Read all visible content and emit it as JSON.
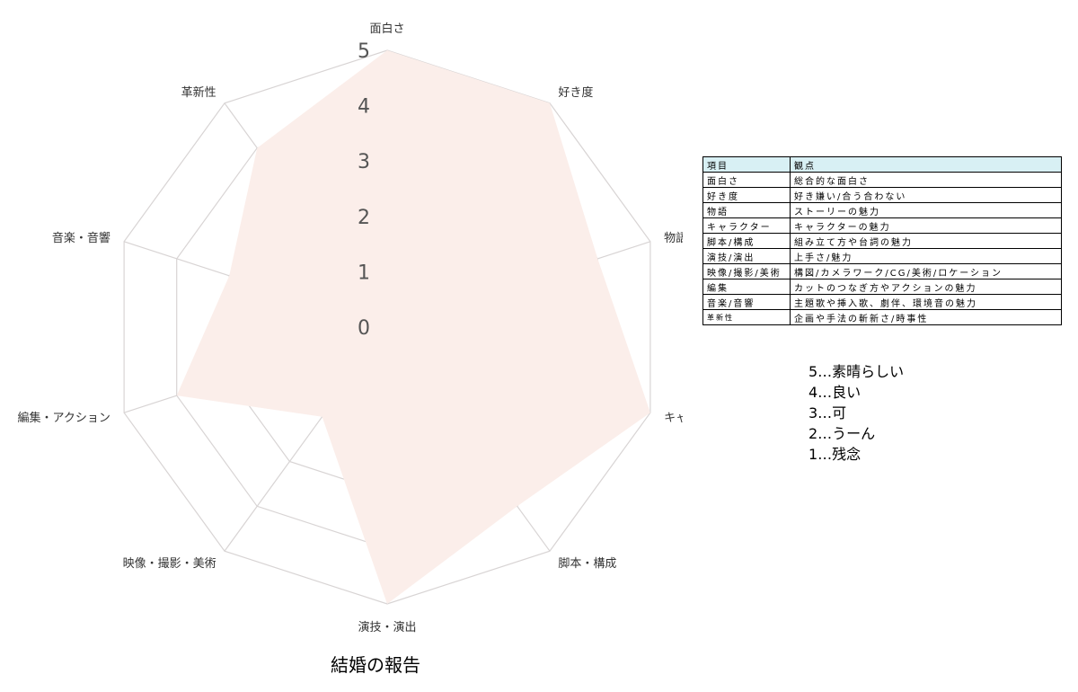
{
  "chart_data": {
    "type": "radar",
    "title": "結婚の報告",
    "axes": [
      "面白さ",
      "好き度",
      "物語",
      "キャラクター",
      "脚本・構成",
      "演技・演出",
      "映像・撮影・美術",
      "編集・アクション",
      "音楽・音響",
      "革新性"
    ],
    "values": [
      5,
      5,
      4,
      5,
      4,
      5,
      2,
      4,
      3,
      4
    ],
    "rlim": [
      0,
      5
    ],
    "ticks": [
      "0",
      "1",
      "2",
      "3",
      "4",
      "5"
    ],
    "grid": true,
    "fill_color": "#fbeeea",
    "grid_color": "#d8d4d4"
  },
  "criteria_table": {
    "header": [
      "項目",
      "観点"
    ],
    "rows": [
      [
        "面白さ",
        "総合的な面白さ"
      ],
      [
        "好き度",
        "好き嫌い/合う合わない"
      ],
      [
        "物語",
        "ストーリーの魅力"
      ],
      [
        "キャラクター",
        "キャラクターの魅力"
      ],
      [
        "脚本/構成",
        "組み立て方や台詞の魅力"
      ],
      [
        "演技/演出",
        "上手さ/魅力"
      ],
      [
        "映像/撮影/美術",
        "構図/カメラワーク/CG/美術/ロケーション"
      ],
      [
        "編集",
        "カットのつなぎ方やアクションの魅力"
      ],
      [
        "音楽/音響",
        "主題歌や挿入歌、劇伴、環境音の魅力"
      ],
      [
        "革新性",
        "企画や手法の斬新さ/時事性"
      ]
    ]
  },
  "scale_legend": [
    "5…素晴らしい",
    "4…良い",
    "3…可",
    "2…うーん",
    "1…残念"
  ]
}
